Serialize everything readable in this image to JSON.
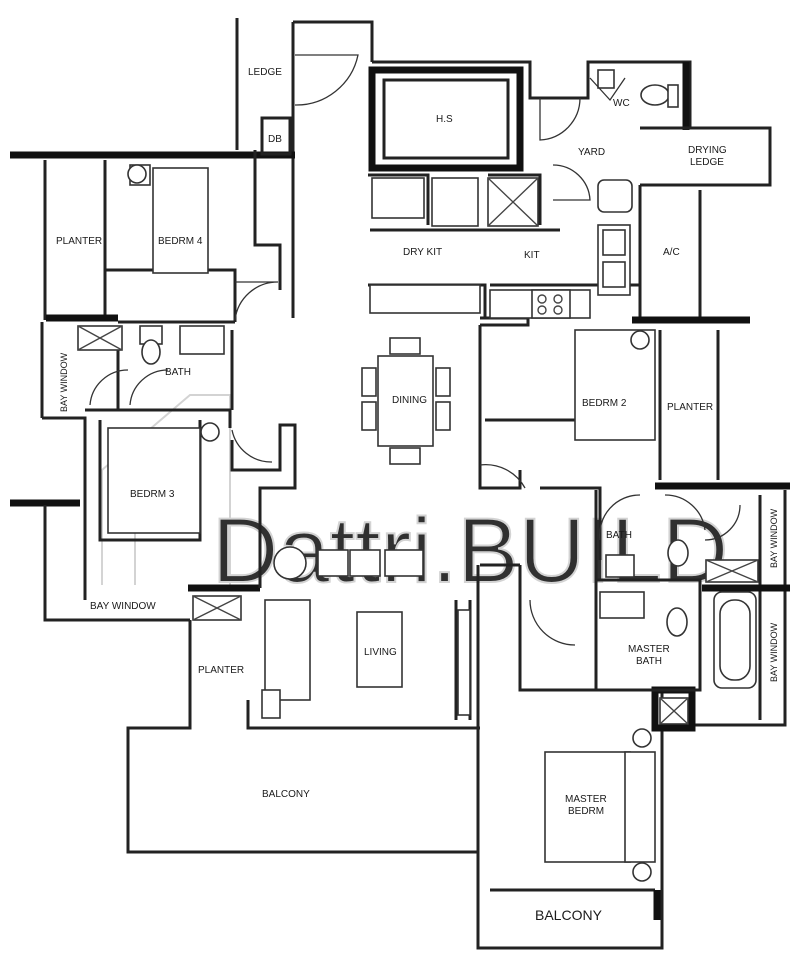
{
  "labels": {
    "ledge": "LEDGE",
    "db": "DB",
    "hs": "H.S",
    "wc": "WC",
    "yard": "YARD",
    "drying_ledge": "DRYING\nLEDGE",
    "planter_left": "PLANTER",
    "bedrm4": "BEDRM 4",
    "dry_kit": "DRY KIT",
    "kit": "KIT",
    "ac": "A/C",
    "bay_window_left": "BAY WINDOW",
    "bath_left": "BATH",
    "dining": "DINING",
    "bedrm2": "BEDRM 2",
    "planter_right": "PLANTER",
    "bedrm3": "BEDRM 3",
    "bath_right": "BATH",
    "bay_window_right_top": "BAY WINDOW",
    "bay_window_bottom": "BAY WINDOW",
    "planter_bottom": "PLANTER",
    "living": "LIVING",
    "master_bath": "MASTER\nBATH",
    "bay_window_right_bottom": "BAY WINDOW",
    "balcony_left": "BALCONY",
    "master_bedrm": "MASTER\nBEDRM",
    "balcony_right": "BALCONY"
  },
  "watermark": "Dattri.BUILD"
}
